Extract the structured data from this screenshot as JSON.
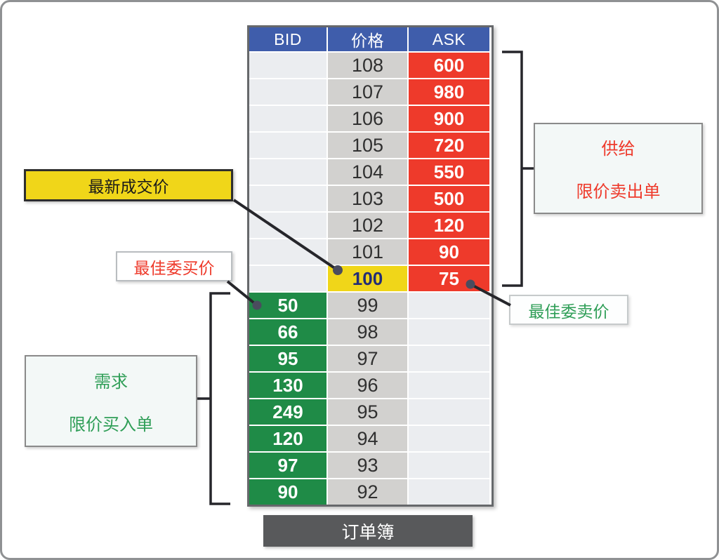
{
  "table": {
    "headers": [
      {
        "label": "BID"
      },
      {
        "label": "价格"
      },
      {
        "label": "ASK"
      }
    ],
    "rows": [
      {
        "bid": "",
        "price": "108",
        "ask": "600"
      },
      {
        "bid": "",
        "price": "107",
        "ask": "980"
      },
      {
        "bid": "",
        "price": "106",
        "ask": "900"
      },
      {
        "bid": "",
        "price": "105",
        "ask": "720"
      },
      {
        "bid": "",
        "price": "104",
        "ask": "550"
      },
      {
        "bid": "",
        "price": "103",
        "ask": "500"
      },
      {
        "bid": "",
        "price": "102",
        "ask": "120"
      },
      {
        "bid": "",
        "price": "101",
        "ask": "90"
      },
      {
        "bid": "",
        "price": "100",
        "ask": "75",
        "highlight": "last-trade"
      },
      {
        "bid": "50",
        "price": "99",
        "ask": ""
      },
      {
        "bid": "66",
        "price": "98",
        "ask": ""
      },
      {
        "bid": "95",
        "price": "97",
        "ask": ""
      },
      {
        "bid": "130",
        "price": "96",
        "ask": ""
      },
      {
        "bid": "249",
        "price": "95",
        "ask": ""
      },
      {
        "bid": "120",
        "price": "94",
        "ask": ""
      },
      {
        "bid": "97",
        "price": "93",
        "ask": ""
      },
      {
        "bid": "90",
        "price": "92",
        "ask": ""
      }
    ]
  },
  "annotations": {
    "last_trade_price": "最新成交价",
    "best_bid": "最佳委买价",
    "best_ask": "最佳委卖价",
    "demand_title": "需求",
    "demand_subtitle": "限价买入单",
    "supply_title": "供给",
    "supply_subtitle": "限价卖出单"
  },
  "footer": {
    "orderbook_label": "订单簿"
  },
  "colors": {
    "header_blue": "#3f5dab",
    "ask_red": "#ee3a2b",
    "bid_green": "#1f8b47",
    "last_trade_yellow": "#f0d619",
    "price_cell_gray": "#d2d1cf",
    "empty_cell_gray": "#ebedf0",
    "last_trade_text_navy": "#232d76",
    "orderbook_bar_gray": "#58595b",
    "supply_text_red": "#ee3a2b",
    "demand_text_green": "#2f9e57"
  }
}
